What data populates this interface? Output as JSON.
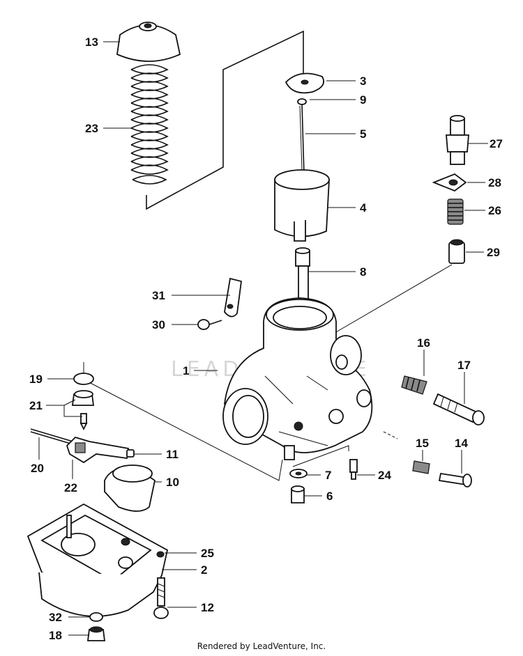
{
  "diagram": {
    "watermark": "LEADVENTURE",
    "part_numbers": [
      "13",
      "23",
      "3",
      "9",
      "5",
      "4",
      "8",
      "27",
      "28",
      "26",
      "29",
      "31",
      "30",
      "1",
      "19",
      "21",
      "20",
      "22",
      "11",
      "10",
      "16",
      "17",
      "15",
      "14",
      "7",
      "24",
      "6",
      "25",
      "2",
      "12",
      "32",
      "18"
    ]
  },
  "footer": {
    "text": "Rendered by LeadVenture, Inc."
  },
  "colors": {
    "ink": "#111111",
    "background": "#ffffff",
    "watermark": "#d6d6d6"
  }
}
